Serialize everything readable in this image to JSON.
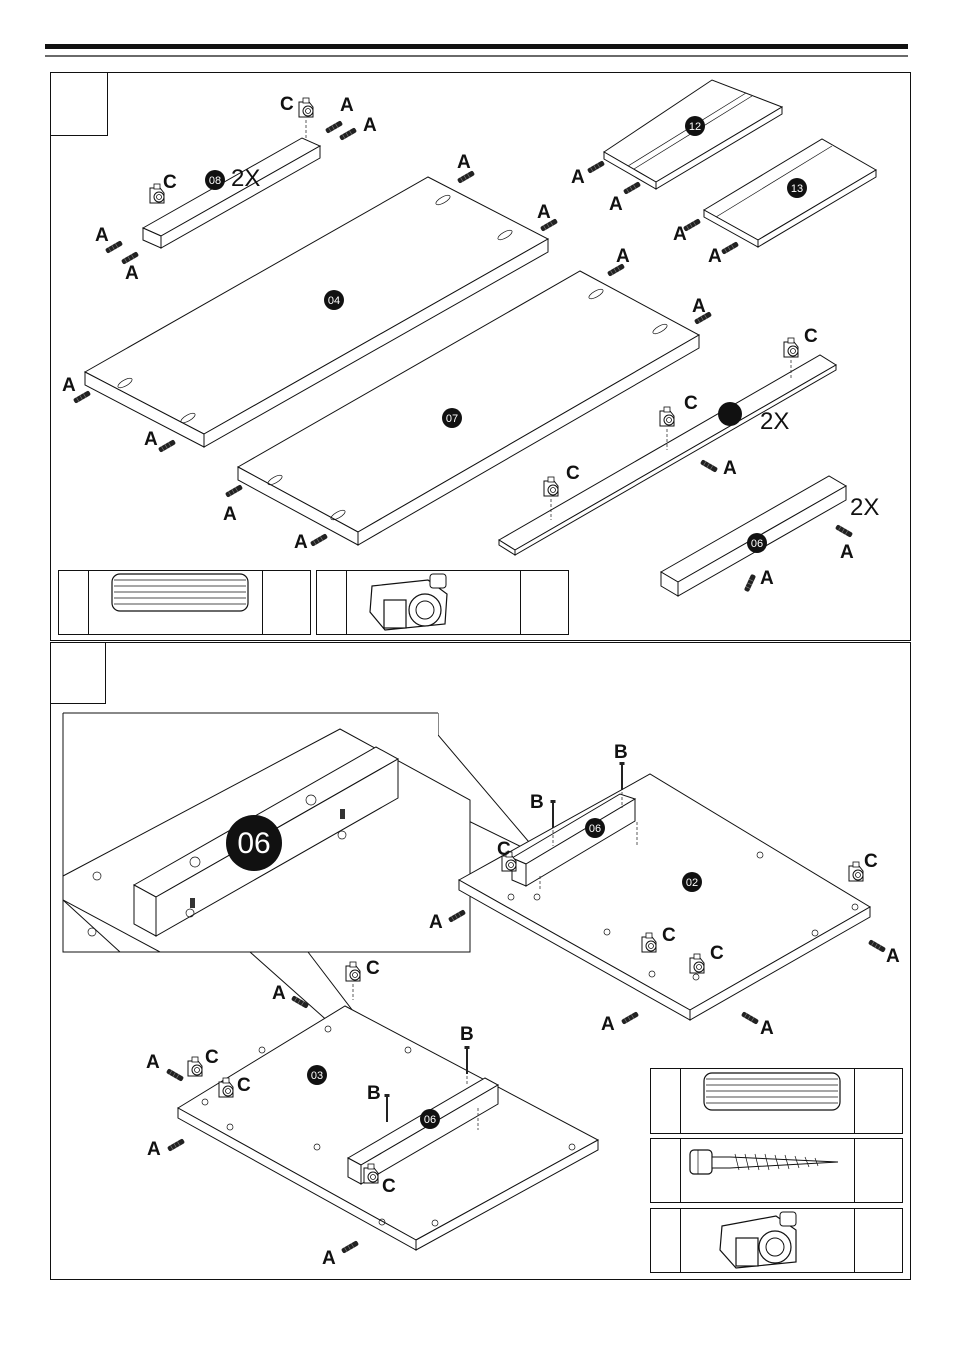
{
  "badges": {
    "p04": "04",
    "p07": "07",
    "p08": "08",
    "p12": "12",
    "p13": "13",
    "p06": "06",
    "p02": "02",
    "p03": "03",
    "zoom06": "06"
  },
  "multipliers": {
    "m08": "2X",
    "mbar": "2X",
    "m06": "2X"
  },
  "letters": {
    "a": "A",
    "b": "B",
    "c": "C"
  },
  "icons": {
    "dowel": "dowel-icon",
    "screw": "screw-icon",
    "cam_lock": "cam-lock-icon"
  },
  "colors": {
    "ink": "#111111",
    "paper": "#ffffff"
  }
}
